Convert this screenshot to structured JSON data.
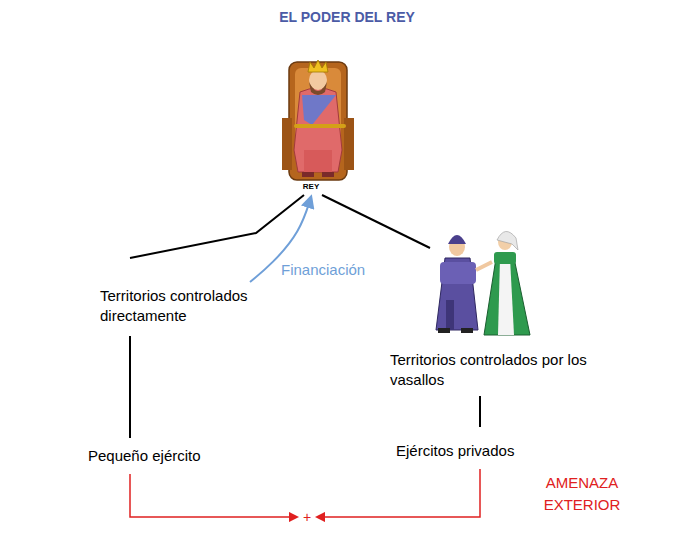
{
  "diagram": {
    "title": "EL PODER DEL REY",
    "nodes": [
      {
        "text": [
          "REY"
        ]
      },
      {
        "text": [
          "Territorios controlados directamente"
        ]
      },
      {
        "text": [
          "Territorios controlados por los vasallos"
        ]
      },
      {
        "text": [
          "Pequeño ejército"
        ]
      },
      {
        "text": [
          "Ejércitos privados"
        ]
      },
      {
        "text": [
          "+"
        ]
      }
    ],
    "edges": [
      {
        "from": 0,
        "to": 1,
        "arrow": "none"
      },
      {
        "from": 0,
        "to": 2,
        "arrow": "none"
      },
      {
        "from": 1,
        "to": 0,
        "label": "Financiación",
        "arrow": "to"
      },
      {
        "from": 1,
        "to": 3,
        "arrow": "none"
      },
      {
        "from": 2,
        "to": 4,
        "arrow": "none"
      },
      {
        "from": 3,
        "to": 5,
        "arrow": "to"
      },
      {
        "from": 4,
        "to": 5,
        "arrow": "to"
      }
    ],
    "labels": [
      "AMENAZA EXTERIOR"
    ]
  }
}
